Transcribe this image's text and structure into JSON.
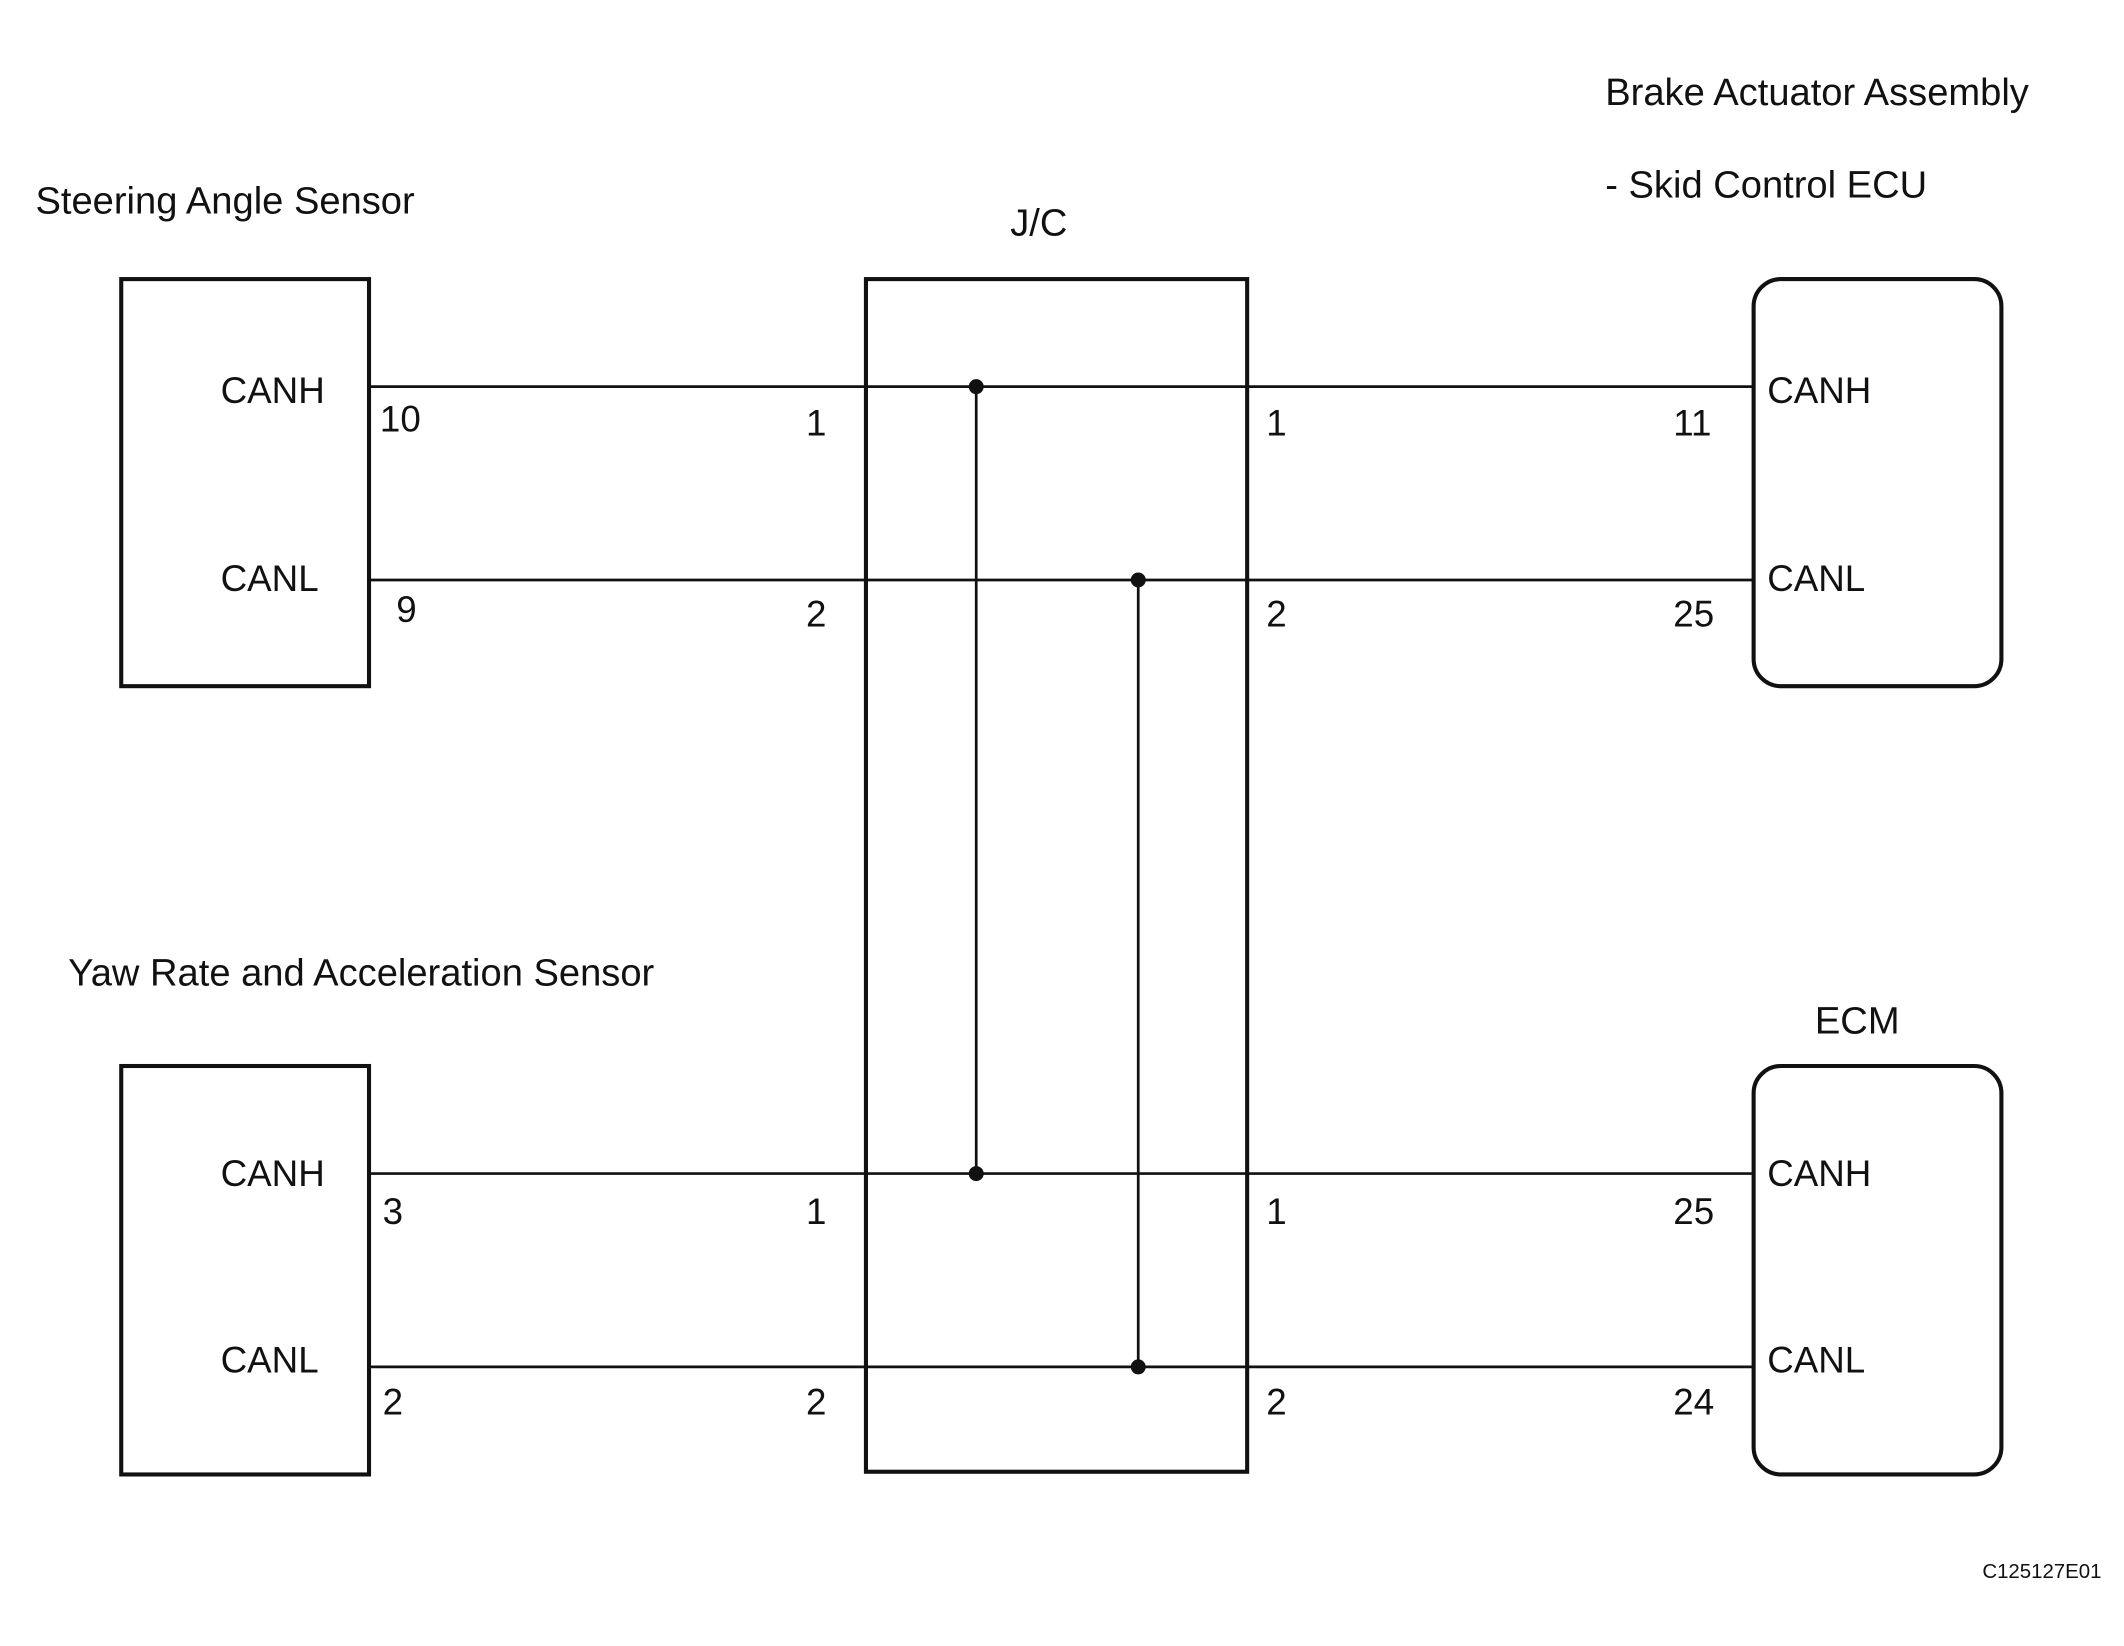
{
  "components": {
    "steering_sensor": {
      "title": "Steering Angle Sensor",
      "canh_label": "CANH",
      "canl_label": "CANL",
      "canh_pin": "10",
      "canl_pin": "9"
    },
    "yaw_sensor": {
      "title": "Yaw Rate and Acceleration Sensor",
      "canh_label": "CANH",
      "canl_label": "CANL",
      "canh_pin": "3",
      "canl_pin": "2"
    },
    "junction": {
      "title": "J/C",
      "left_top_canh_pin": "1",
      "left_top_canl_pin": "2",
      "right_top_canh_pin": "1",
      "right_top_canl_pin": "2",
      "left_bottom_canh_pin": "1",
      "left_bottom_canl_pin": "2",
      "right_bottom_canh_pin": "1",
      "right_bottom_canl_pin": "2"
    },
    "brake_actuator": {
      "title_line1": "Brake Actuator Assembly",
      "title_line2": "- Skid Control ECU",
      "canh_label": "CANH",
      "canl_label": "CANL",
      "canh_pin": "11",
      "canl_pin": "25"
    },
    "ecm": {
      "title": "ECM",
      "canh_label": "CANH",
      "canl_label": "CANL",
      "canh_pin": "25",
      "canl_pin": "24"
    }
  },
  "figure_code": "C125127E01"
}
